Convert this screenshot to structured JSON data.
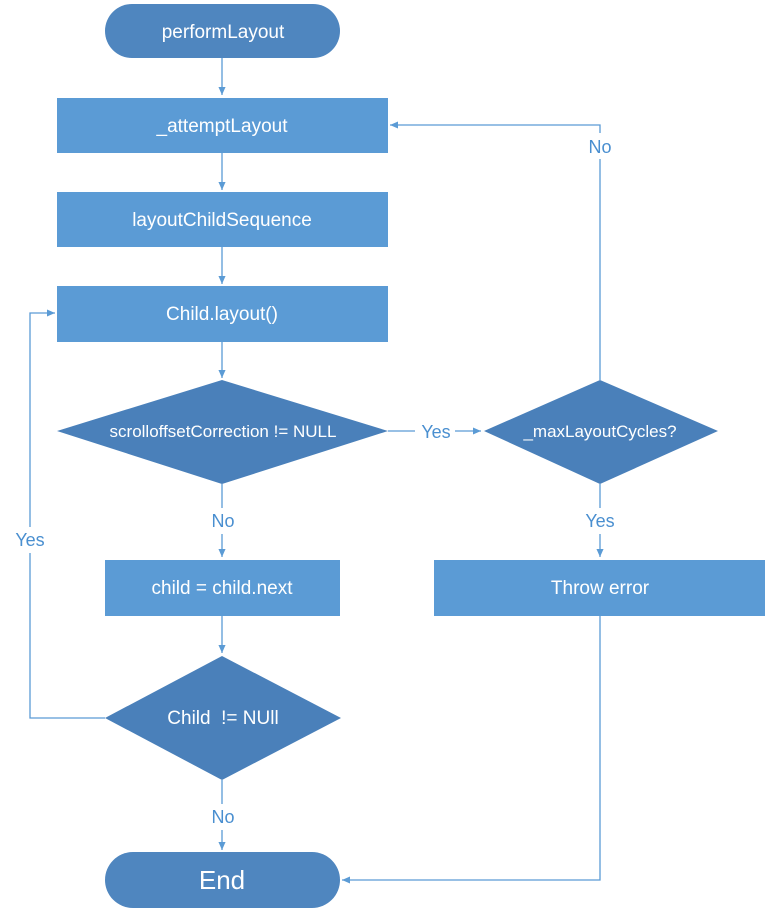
{
  "colors": {
    "terminal_fill": "#4f86bf",
    "process_fill": "#5b9bd5",
    "decision_fill": "#4a80ba",
    "connector": "#5b9bd5",
    "label_text": "#4a8fd0"
  },
  "nodes": {
    "start": "performLayout",
    "attempt_layout": "_attemptLayout",
    "layout_child_sequence": "layoutChildSequence",
    "child_layout": "Child.layout()",
    "scroll_offset_check": "scrolloffsetCorrection != NULL",
    "max_layout_cycles": "_maxLayoutCycles?",
    "child_next": "child = child.next",
    "throw_error": "Throw error",
    "child_not_null": "Child  != NUll",
    "end": "End"
  },
  "edge_labels": {
    "max_cycles_no": "No",
    "scroll_yes": "Yes",
    "scroll_no": "No",
    "max_cycles_yes": "Yes",
    "child_yes": "Yes",
    "child_no": "No"
  }
}
